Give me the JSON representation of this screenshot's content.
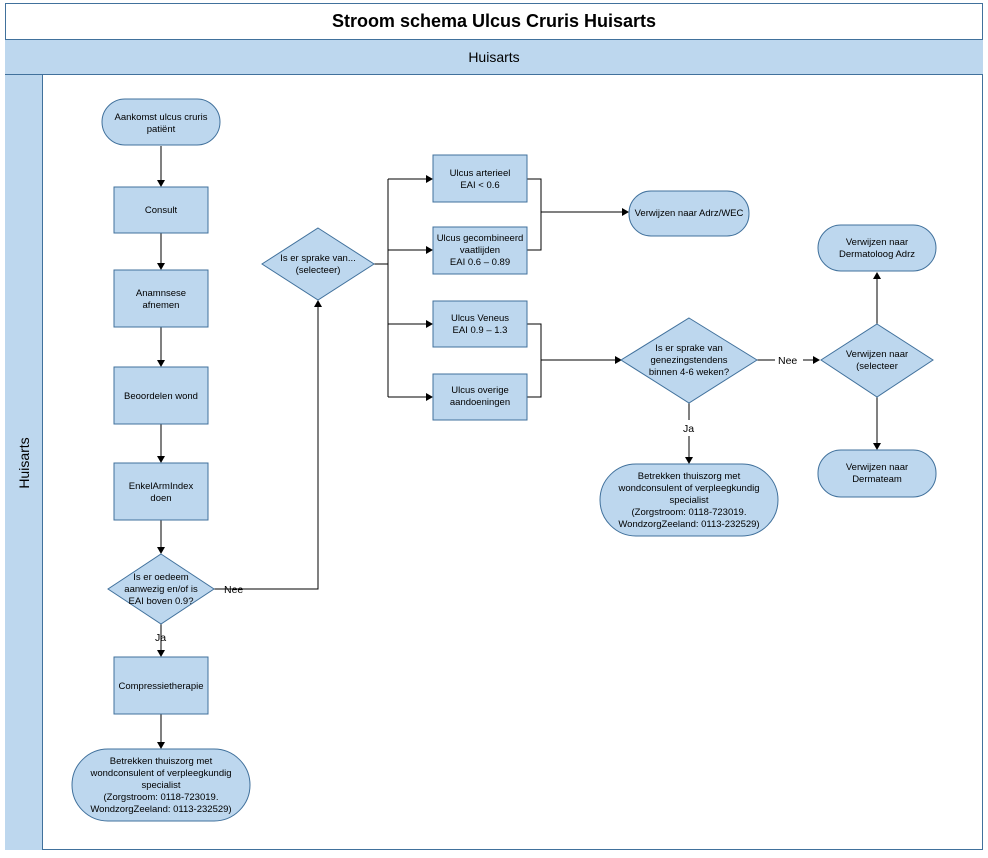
{
  "title": "Stroom schema Ulcus Cruris Huisarts",
  "lane": {
    "header": "Huisarts",
    "side_label": "Huisarts"
  },
  "nodes": {
    "start": [
      "Aankomst ulcus cruris",
      "patiënt"
    ],
    "consult": [
      "Consult"
    ],
    "anamnese": [
      "Anamnsese",
      "afnemen"
    ],
    "beoordelen": [
      "Beoordelen wond"
    ],
    "eai": [
      "EnkelArmIndex",
      "doen"
    ],
    "oedeem": [
      "Is er oedeem",
      "aanwezig en/of is",
      "EAI boven 0.9?"
    ],
    "compressie": [
      "Compressietherapie"
    ],
    "thuiszorg_left": [
      "Betrekken thuiszorg met",
      "wondconsulent of verpleegkundig",
      "specialist",
      "(Zorgstroom: 0118-723019.",
      "WondzorgZeeland: 0113-232529)"
    ],
    "sprake": [
      "Is er sprake van...",
      "(selecteer)"
    ],
    "arterieel": [
      "Ulcus arterieel",
      "EAI < 0.6"
    ],
    "gecombineerd": [
      "Ulcus gecombineerd",
      "vaatlijden",
      "EAI 0.6 – 0.89"
    ],
    "veneus": [
      "Ulcus Veneus",
      "EAI 0.9 – 1.3"
    ],
    "overige": [
      "Ulcus overige",
      "aandoeningen"
    ],
    "verwijzen_adrz": [
      "Verwijzen naar Adrz/WEC"
    ],
    "genezing": [
      "Is er sprake van",
      "genezingstendens",
      "binnen 4-6 weken?"
    ],
    "thuiszorg_right": [
      "Betrekken thuiszorg met",
      "wondconsulent of verpleegkundig",
      "specialist",
      "(Zorgstroom: 0118-723019.",
      "WondzorgZeeland: 0113-232529)"
    ],
    "verwijzen_select": [
      "Verwijzen naar",
      "(selecteer"
    ],
    "dermatoloog": [
      "Verwijzen naar",
      "Dermatoloog Adrz"
    ],
    "dermateam": [
      "Verwijzen naar",
      "Dermateam"
    ]
  },
  "edge_labels": {
    "oedeem_no": "Nee",
    "oedeem_yes": "Ja",
    "genezing_no": "Nee",
    "genezing_yes": "Ja"
  },
  "colors": {
    "fill": "#bdd7ee",
    "stroke": "#41719c",
    "line": "#000000"
  }
}
